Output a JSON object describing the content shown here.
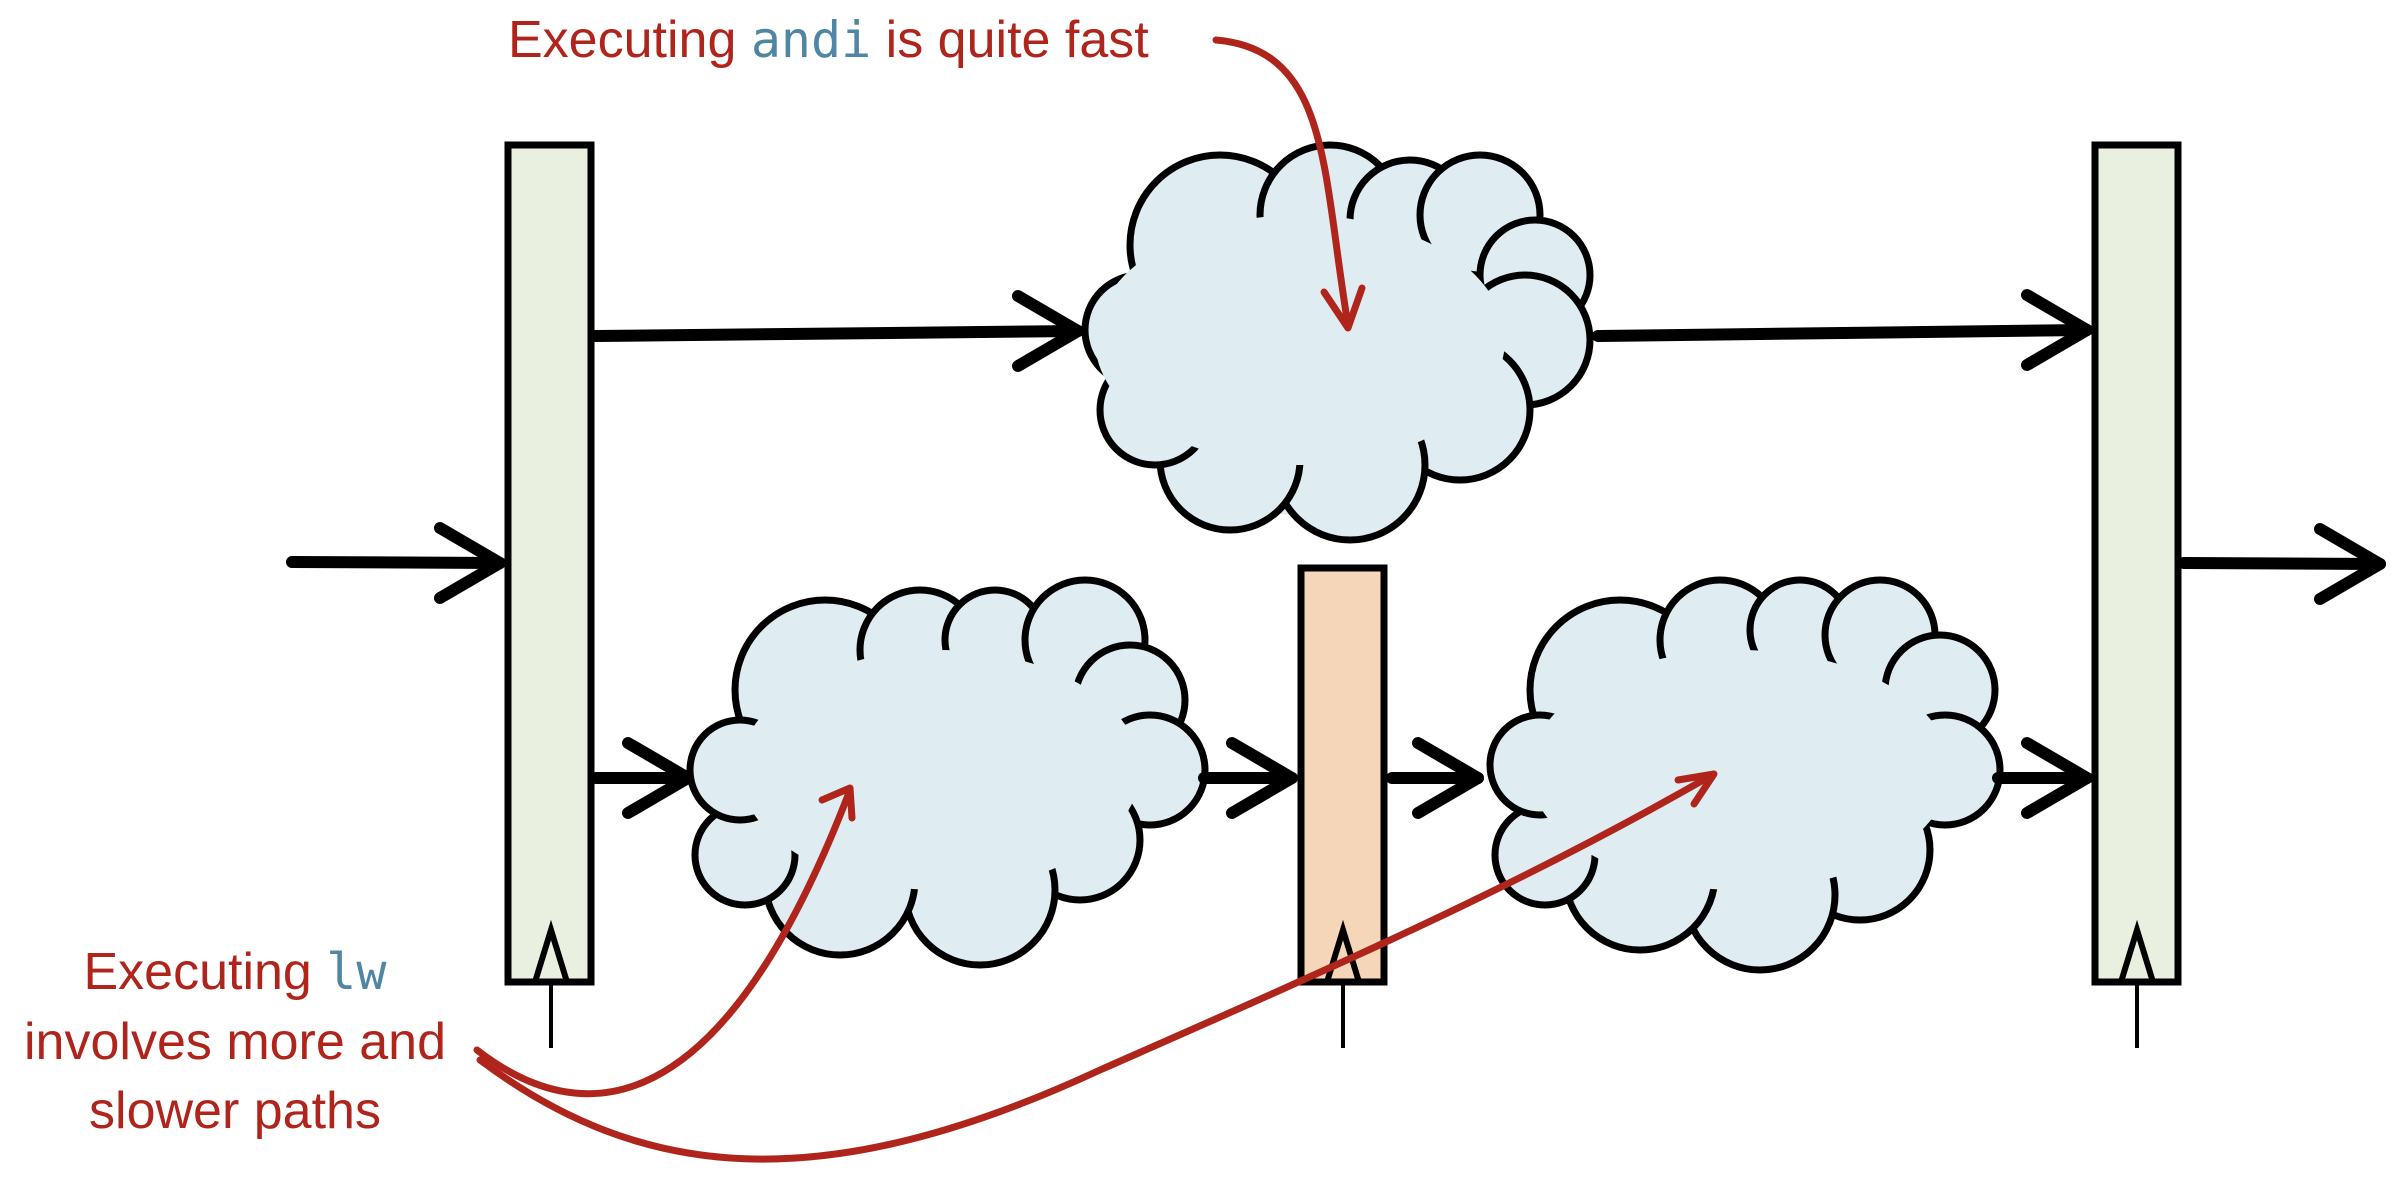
{
  "colors": {
    "annotation": "#b0251b",
    "code": "#4f86a3",
    "stroke": "#000000",
    "register": "#eaf0df",
    "register_mid": "#f6d6b8",
    "cloud": "#dfecf2"
  },
  "annotations": {
    "top": {
      "before": "Executing ",
      "code": "andi",
      "after": " is quite fast"
    },
    "bottom": {
      "line1_before": "Executing ",
      "line1_code": "lw",
      "line2": "involves more and",
      "line3": "slower paths"
    }
  }
}
